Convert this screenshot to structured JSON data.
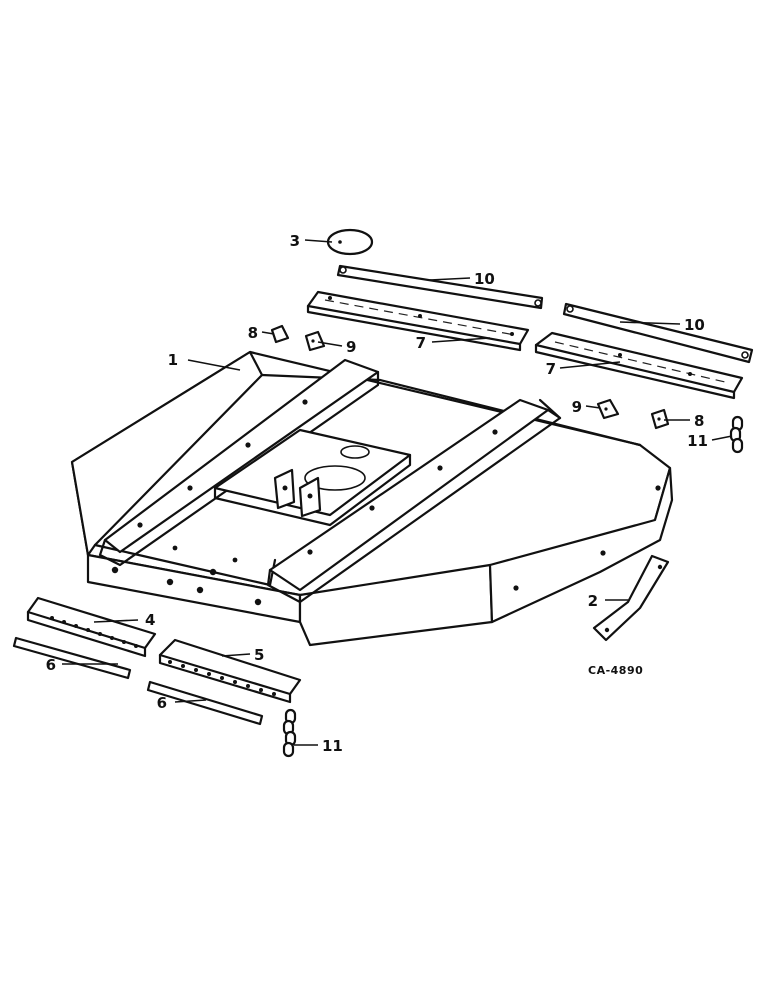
{
  "diagram_code": "CA-4890",
  "callouts": {
    "c1": "1",
    "c2": "2",
    "c3": "3",
    "c4": "4",
    "c5": "5",
    "c6a": "6",
    "c6b": "6",
    "c7a": "7",
    "c7b": "7",
    "c8a": "8",
    "c8b": "8",
    "c9a": "9",
    "c9b": "9",
    "c10a": "10",
    "c10b": "10",
    "c11a": "11",
    "c11b": "11"
  }
}
